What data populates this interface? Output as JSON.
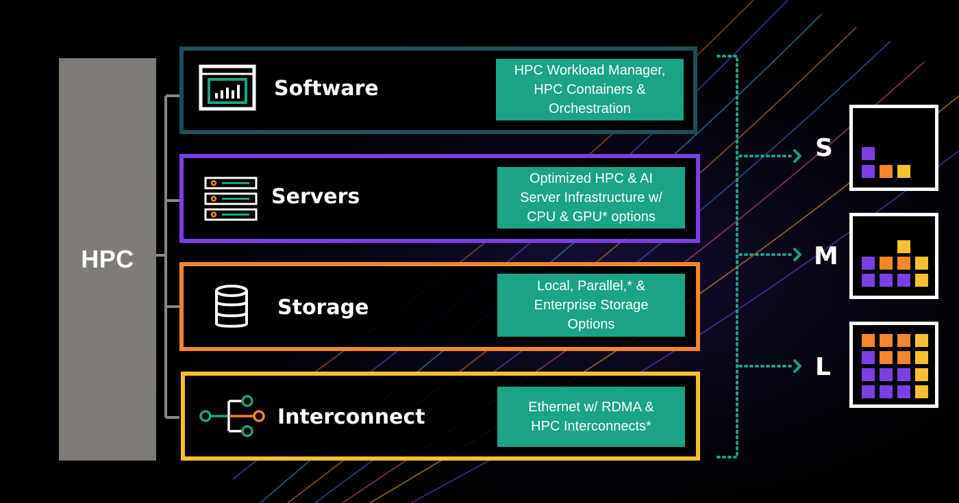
{
  "colors": {
    "software": "#1e4f5c",
    "servers": "#7b3fe4",
    "storage": "#f5862a",
    "interconnect": "#f6c030",
    "teal": "#1aa386",
    "hpc_bar": "#7f7c78"
  },
  "hpc": {
    "label": "HPC"
  },
  "layers": [
    {
      "title": "Software",
      "icon": "dashboard-window-icon",
      "description": [
        "HPC Workload Manager,",
        "HPC Containers &",
        "Orchestration"
      ]
    },
    {
      "title": "Servers",
      "icon": "server-rack-icon",
      "description": [
        "Optimized HPC & AI",
        "Server Infrastructure w/",
        "CPU & GPU* options"
      ]
    },
    {
      "title": "Storage",
      "icon": "database-icon",
      "description": [
        "Local, Parallel,* &",
        "Enterprise Storage",
        "Options"
      ]
    },
    {
      "title": "Interconnect",
      "icon": "network-node-icon",
      "description": [
        "Ethernet w/ RDMA &",
        "HPC Interconnects*"
      ]
    }
  ],
  "sizes": [
    {
      "label": "S"
    },
    {
      "label": "M"
    },
    {
      "label": "L"
    }
  ]
}
